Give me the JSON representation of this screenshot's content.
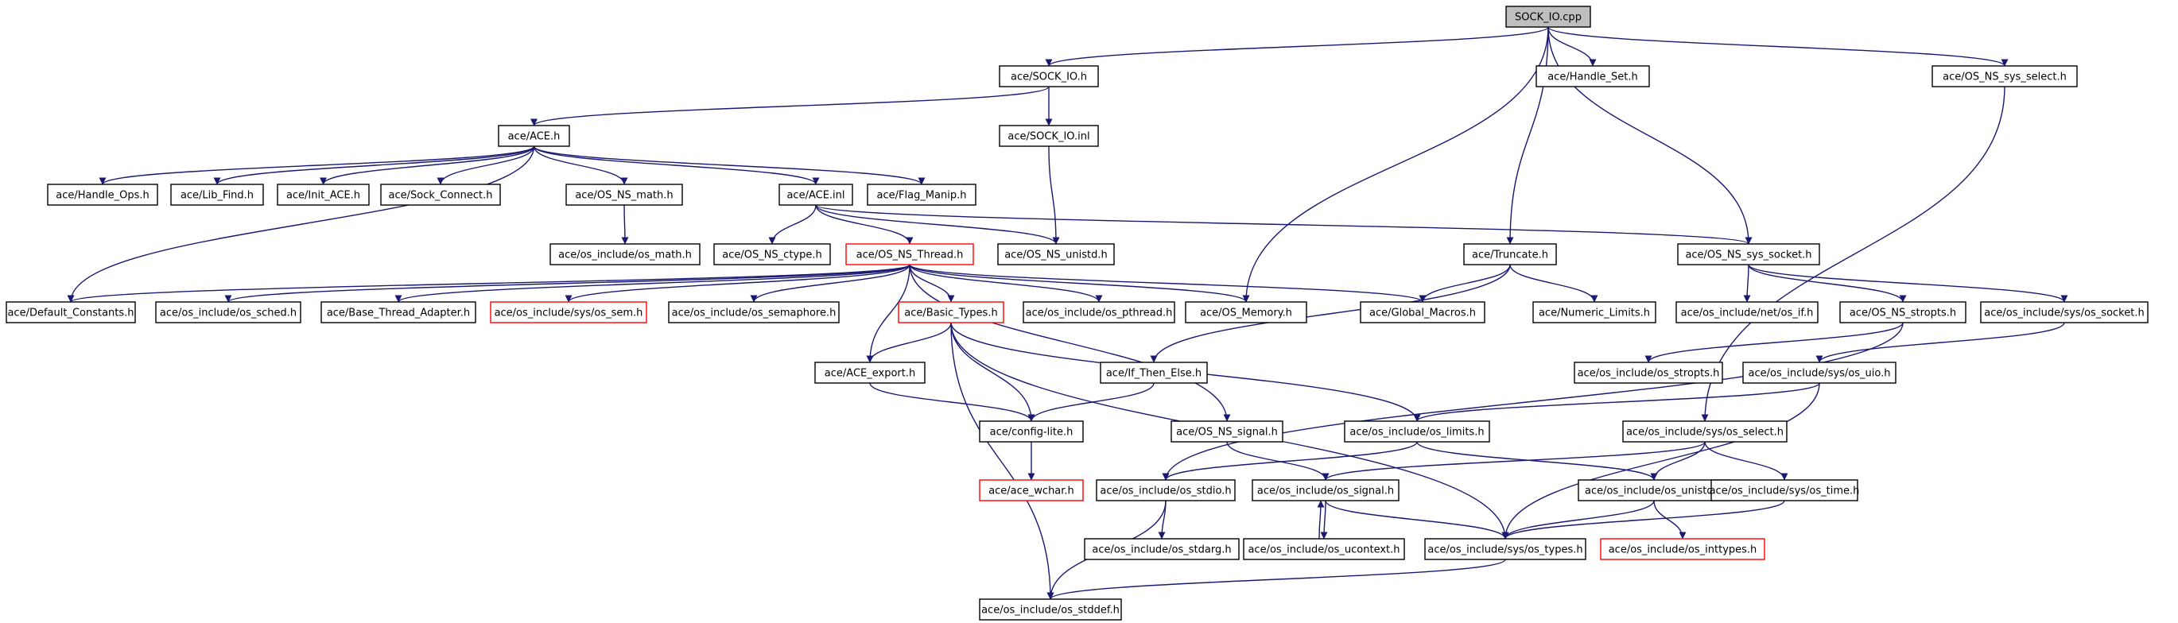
{
  "colors": {
    "edge": "#191970",
    "border_normal": "#000000",
    "border_truncated": "#ff0000",
    "root_fill": "#bfbfbf",
    "node_fill": "#ffffff"
  },
  "nodes": [
    {
      "id": "sock_io_cpp",
      "label": "SOCK_IO.cpp",
      "style": "root"
    },
    {
      "id": "sock_io_h",
      "label": "ace/SOCK_IO.h",
      "style": "normal"
    },
    {
      "id": "handle_set_h",
      "label": "ace/Handle_Set.h",
      "style": "normal"
    },
    {
      "id": "os_ns_sys_select_h",
      "label": "ace/OS_NS_sys_select.h",
      "style": "normal"
    },
    {
      "id": "ace_h",
      "label": "ace/ACE.h",
      "style": "normal"
    },
    {
      "id": "sock_io_inl",
      "label": "ace/SOCK_IO.inl",
      "style": "normal"
    },
    {
      "id": "handle_ops_h",
      "label": "ace/Handle_Ops.h",
      "style": "normal"
    },
    {
      "id": "lib_find_h",
      "label": "ace/Lib_Find.h",
      "style": "normal"
    },
    {
      "id": "init_ace_h",
      "label": "ace/Init_ACE.h",
      "style": "normal"
    },
    {
      "id": "sock_connect_h",
      "label": "ace/Sock_Connect.h",
      "style": "normal"
    },
    {
      "id": "os_ns_math_h",
      "label": "ace/OS_NS_math.h",
      "style": "normal"
    },
    {
      "id": "ace_inl",
      "label": "ace/ACE.inl",
      "style": "normal"
    },
    {
      "id": "flag_manip_h",
      "label": "ace/Flag_Manip.h",
      "style": "normal"
    },
    {
      "id": "os_math_h",
      "label": "ace/os_include/os_math.h",
      "style": "normal"
    },
    {
      "id": "os_ns_ctype_h",
      "label": "ace/OS_NS_ctype.h",
      "style": "normal"
    },
    {
      "id": "os_ns_thread_h",
      "label": "ace/OS_NS_Thread.h",
      "style": "truncated"
    },
    {
      "id": "os_ns_unistd_h",
      "label": "ace/OS_NS_unistd.h",
      "style": "normal"
    },
    {
      "id": "truncate_h",
      "label": "ace/Truncate.h",
      "style": "normal"
    },
    {
      "id": "os_ns_sys_socket_h",
      "label": "ace/OS_NS_sys_socket.h",
      "style": "normal"
    },
    {
      "id": "default_constants_h",
      "label": "ace/Default_Constants.h",
      "style": "normal"
    },
    {
      "id": "os_sched_h",
      "label": "ace/os_include/os_sched.h",
      "style": "normal"
    },
    {
      "id": "base_thread_adapter_h",
      "label": "ace/Base_Thread_Adapter.h",
      "style": "normal"
    },
    {
      "id": "os_sem_h",
      "label": "ace/os_include/sys/os_sem.h",
      "style": "truncated"
    },
    {
      "id": "os_semaphore_h",
      "label": "ace/os_include/os_semaphore.h",
      "style": "normal"
    },
    {
      "id": "basic_types_h",
      "label": "ace/Basic_Types.h",
      "style": "truncated"
    },
    {
      "id": "os_pthread_h",
      "label": "ace/os_include/os_pthread.h",
      "style": "normal"
    },
    {
      "id": "os_memory_h",
      "label": "ace/OS_Memory.h",
      "style": "normal"
    },
    {
      "id": "global_macros_h",
      "label": "ace/Global_Macros.h",
      "style": "normal"
    },
    {
      "id": "numeric_limits_h",
      "label": "ace/Numeric_Limits.h",
      "style": "normal"
    },
    {
      "id": "os_if_h",
      "label": "ace/os_include/net/os_if.h",
      "style": "normal"
    },
    {
      "id": "os_ns_stropts_h",
      "label": "ace/OS_NS_stropts.h",
      "style": "normal"
    },
    {
      "id": "os_socket_h",
      "label": "ace/os_include/sys/os_socket.h",
      "style": "normal"
    },
    {
      "id": "ace_export_h",
      "label": "ace/ACE_export.h",
      "style": "normal"
    },
    {
      "id": "if_then_else_h",
      "label": "ace/If_Then_Else.h",
      "style": "normal"
    },
    {
      "id": "os_stropts_h",
      "label": "ace/os_include/os_stropts.h",
      "style": "normal"
    },
    {
      "id": "os_uio_h",
      "label": "ace/os_include/sys/os_uio.h",
      "style": "normal"
    },
    {
      "id": "config_lite_h",
      "label": "ace/config-lite.h",
      "style": "normal"
    },
    {
      "id": "os_ns_signal_h",
      "label": "ace/OS_NS_signal.h",
      "style": "normal"
    },
    {
      "id": "os_limits_h",
      "label": "ace/os_include/os_limits.h",
      "style": "normal"
    },
    {
      "id": "os_select_h",
      "label": "ace/os_include/sys/os_select.h",
      "style": "normal"
    },
    {
      "id": "ace_wchar_h",
      "label": "ace/ace_wchar.h",
      "style": "truncated"
    },
    {
      "id": "os_stdio_h",
      "label": "ace/os_include/os_stdio.h",
      "style": "normal"
    },
    {
      "id": "os_signal_h",
      "label": "ace/os_include/os_signal.h",
      "style": "normal"
    },
    {
      "id": "os_unistd_h",
      "label": "ace/os_include/os_unistd.h",
      "style": "normal"
    },
    {
      "id": "os_time_h",
      "label": "ace/os_include/sys/os_time.h",
      "style": "normal"
    },
    {
      "id": "os_stdarg_h",
      "label": "ace/os_include/os_stdarg.h",
      "style": "normal"
    },
    {
      "id": "os_ucontext_h",
      "label": "ace/os_include/os_ucontext.h",
      "style": "normal"
    },
    {
      "id": "os_types_h",
      "label": "ace/os_include/sys/os_types.h",
      "style": "normal"
    },
    {
      "id": "os_inttypes_h",
      "label": "ace/os_include/os_inttypes.h",
      "style": "truncated"
    },
    {
      "id": "os_stddef_h",
      "label": "ace/os_include/os_stddef.h",
      "style": "normal"
    }
  ],
  "edges": [
    [
      "sock_io_cpp",
      "sock_io_h"
    ],
    [
      "sock_io_cpp",
      "handle_set_h"
    ],
    [
      "sock_io_cpp",
      "os_ns_sys_select_h"
    ],
    [
      "sock_io_cpp",
      "os_memory_h"
    ],
    [
      "sock_io_cpp",
      "truncate_h"
    ],
    [
      "sock_io_cpp",
      "os_ns_sys_socket_h"
    ],
    [
      "sock_io_h",
      "ace_h"
    ],
    [
      "sock_io_h",
      "sock_io_inl"
    ],
    [
      "sock_io_inl",
      "os_ns_unistd_h"
    ],
    [
      "ace_h",
      "handle_ops_h"
    ],
    [
      "ace_h",
      "lib_find_h"
    ],
    [
      "ace_h",
      "init_ace_h"
    ],
    [
      "ace_h",
      "sock_connect_h"
    ],
    [
      "ace_h",
      "os_ns_math_h"
    ],
    [
      "ace_h",
      "ace_inl"
    ],
    [
      "ace_h",
      "flag_manip_h"
    ],
    [
      "ace_h",
      "default_constants_h"
    ],
    [
      "os_ns_math_h",
      "os_math_h"
    ],
    [
      "ace_inl",
      "os_ns_ctype_h"
    ],
    [
      "ace_inl",
      "os_ns_thread_h"
    ],
    [
      "ace_inl",
      "os_ns_unistd_h"
    ],
    [
      "ace_inl",
      "os_ns_sys_socket_h"
    ],
    [
      "os_ns_thread_h",
      "default_constants_h"
    ],
    [
      "os_ns_thread_h",
      "os_sched_h"
    ],
    [
      "os_ns_thread_h",
      "base_thread_adapter_h"
    ],
    [
      "os_ns_thread_h",
      "os_sem_h"
    ],
    [
      "os_ns_thread_h",
      "os_semaphore_h"
    ],
    [
      "os_ns_thread_h",
      "basic_types_h"
    ],
    [
      "os_ns_thread_h",
      "os_pthread_h"
    ],
    [
      "os_ns_thread_h",
      "os_memory_h"
    ],
    [
      "os_ns_thread_h",
      "global_macros_h"
    ],
    [
      "os_ns_thread_h",
      "ace_export_h"
    ],
    [
      "os_ns_thread_h",
      "os_ns_signal_h"
    ],
    [
      "truncate_h",
      "global_macros_h"
    ],
    [
      "truncate_h",
      "numeric_limits_h"
    ],
    [
      "truncate_h",
      "if_then_else_h"
    ],
    [
      "os_ns_sys_socket_h",
      "os_if_h"
    ],
    [
      "os_ns_sys_socket_h",
      "os_ns_stropts_h"
    ],
    [
      "os_ns_sys_socket_h",
      "os_socket_h"
    ],
    [
      "os_ns_sys_select_h",
      "os_select_h"
    ],
    [
      "basic_types_h",
      "ace_export_h"
    ],
    [
      "basic_types_h",
      "config_lite_h"
    ],
    [
      "basic_types_h",
      "os_limits_h"
    ],
    [
      "basic_types_h",
      "os_types_h"
    ],
    [
      "basic_types_h",
      "os_stddef_h"
    ],
    [
      "ace_export_h",
      "config_lite_h"
    ],
    [
      "if_then_else_h",
      "config_lite_h"
    ],
    [
      "os_ns_stropts_h",
      "os_stropts_h"
    ],
    [
      "os_ns_stropts_h",
      "os_stdio_h"
    ],
    [
      "os_socket_h",
      "os_uio_h"
    ],
    [
      "os_uio_h",
      "os_limits_h"
    ],
    [
      "os_uio_h",
      "os_types_h"
    ],
    [
      "config_lite_h",
      "ace_wchar_h"
    ],
    [
      "os_ns_signal_h",
      "os_signal_h"
    ],
    [
      "os_limits_h",
      "os_stdio_h"
    ],
    [
      "os_limits_h",
      "os_unistd_h"
    ],
    [
      "os_select_h",
      "os_signal_h"
    ],
    [
      "os_select_h",
      "os_unistd_h"
    ],
    [
      "os_select_h",
      "os_time_h"
    ],
    [
      "os_stdio_h",
      "os_stdarg_h"
    ],
    [
      "os_stdio_h",
      "os_stddef_h"
    ],
    [
      "os_signal_h",
      "os_ucontext_h"
    ],
    [
      "os_signal_h",
      "os_types_h"
    ],
    [
      "os_ucontext_h",
      "os_signal_h"
    ],
    [
      "os_unistd_h",
      "os_types_h"
    ],
    [
      "os_unistd_h",
      "os_inttypes_h"
    ],
    [
      "os_time_h",
      "os_types_h"
    ],
    [
      "os_types_h",
      "os_stddef_h"
    ]
  ]
}
